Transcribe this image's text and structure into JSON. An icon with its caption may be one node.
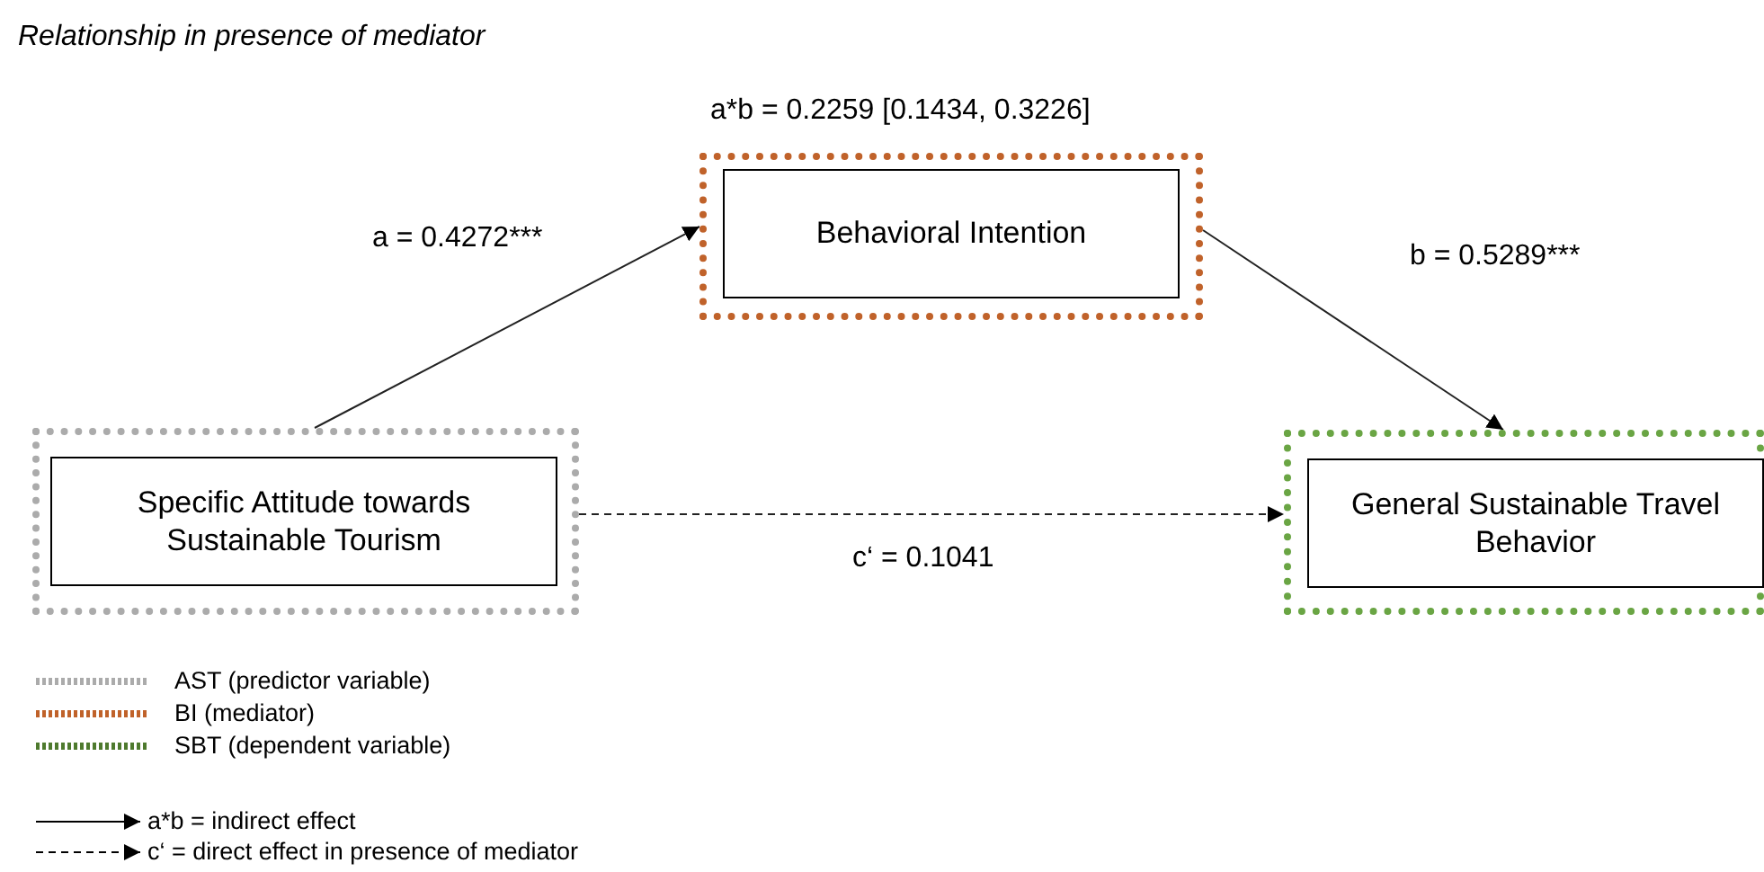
{
  "diagram": {
    "title": "Relationship in presence of mediator",
    "nodes": [
      {
        "text": [
          "Specific Attitude towards Sustainable Tourism"
        ]
      },
      {
        "text": [
          "Behavioral Intention"
        ],
        "beside": [
          "a*b = 0.2259 [0.1434, 0.3226]"
        ]
      },
      {
        "text": [
          "General Sustainable Travel Behavior"
        ]
      }
    ],
    "edges": [
      {
        "from": 0,
        "to": 1,
        "arrow": "to",
        "label": "a = 0.4272***"
      },
      {
        "from": 1,
        "to": 2,
        "arrow": "to",
        "label": "b = 0.5289***"
      },
      {
        "from": 0,
        "to": 2,
        "arrow": "to",
        "label": "c‘ = 0.1041",
        "style": "dashed"
      }
    ],
    "legend": [
      {
        "text": "AST (predictor variable)"
      },
      {
        "text": "BI (mediator)"
      },
      {
        "text": "SBT (dependent variable)"
      },
      {
        "text": "a*b = indirect effect"
      },
      {
        "text": "c‘ = direct effect in presence of mediator"
      }
    ]
  }
}
